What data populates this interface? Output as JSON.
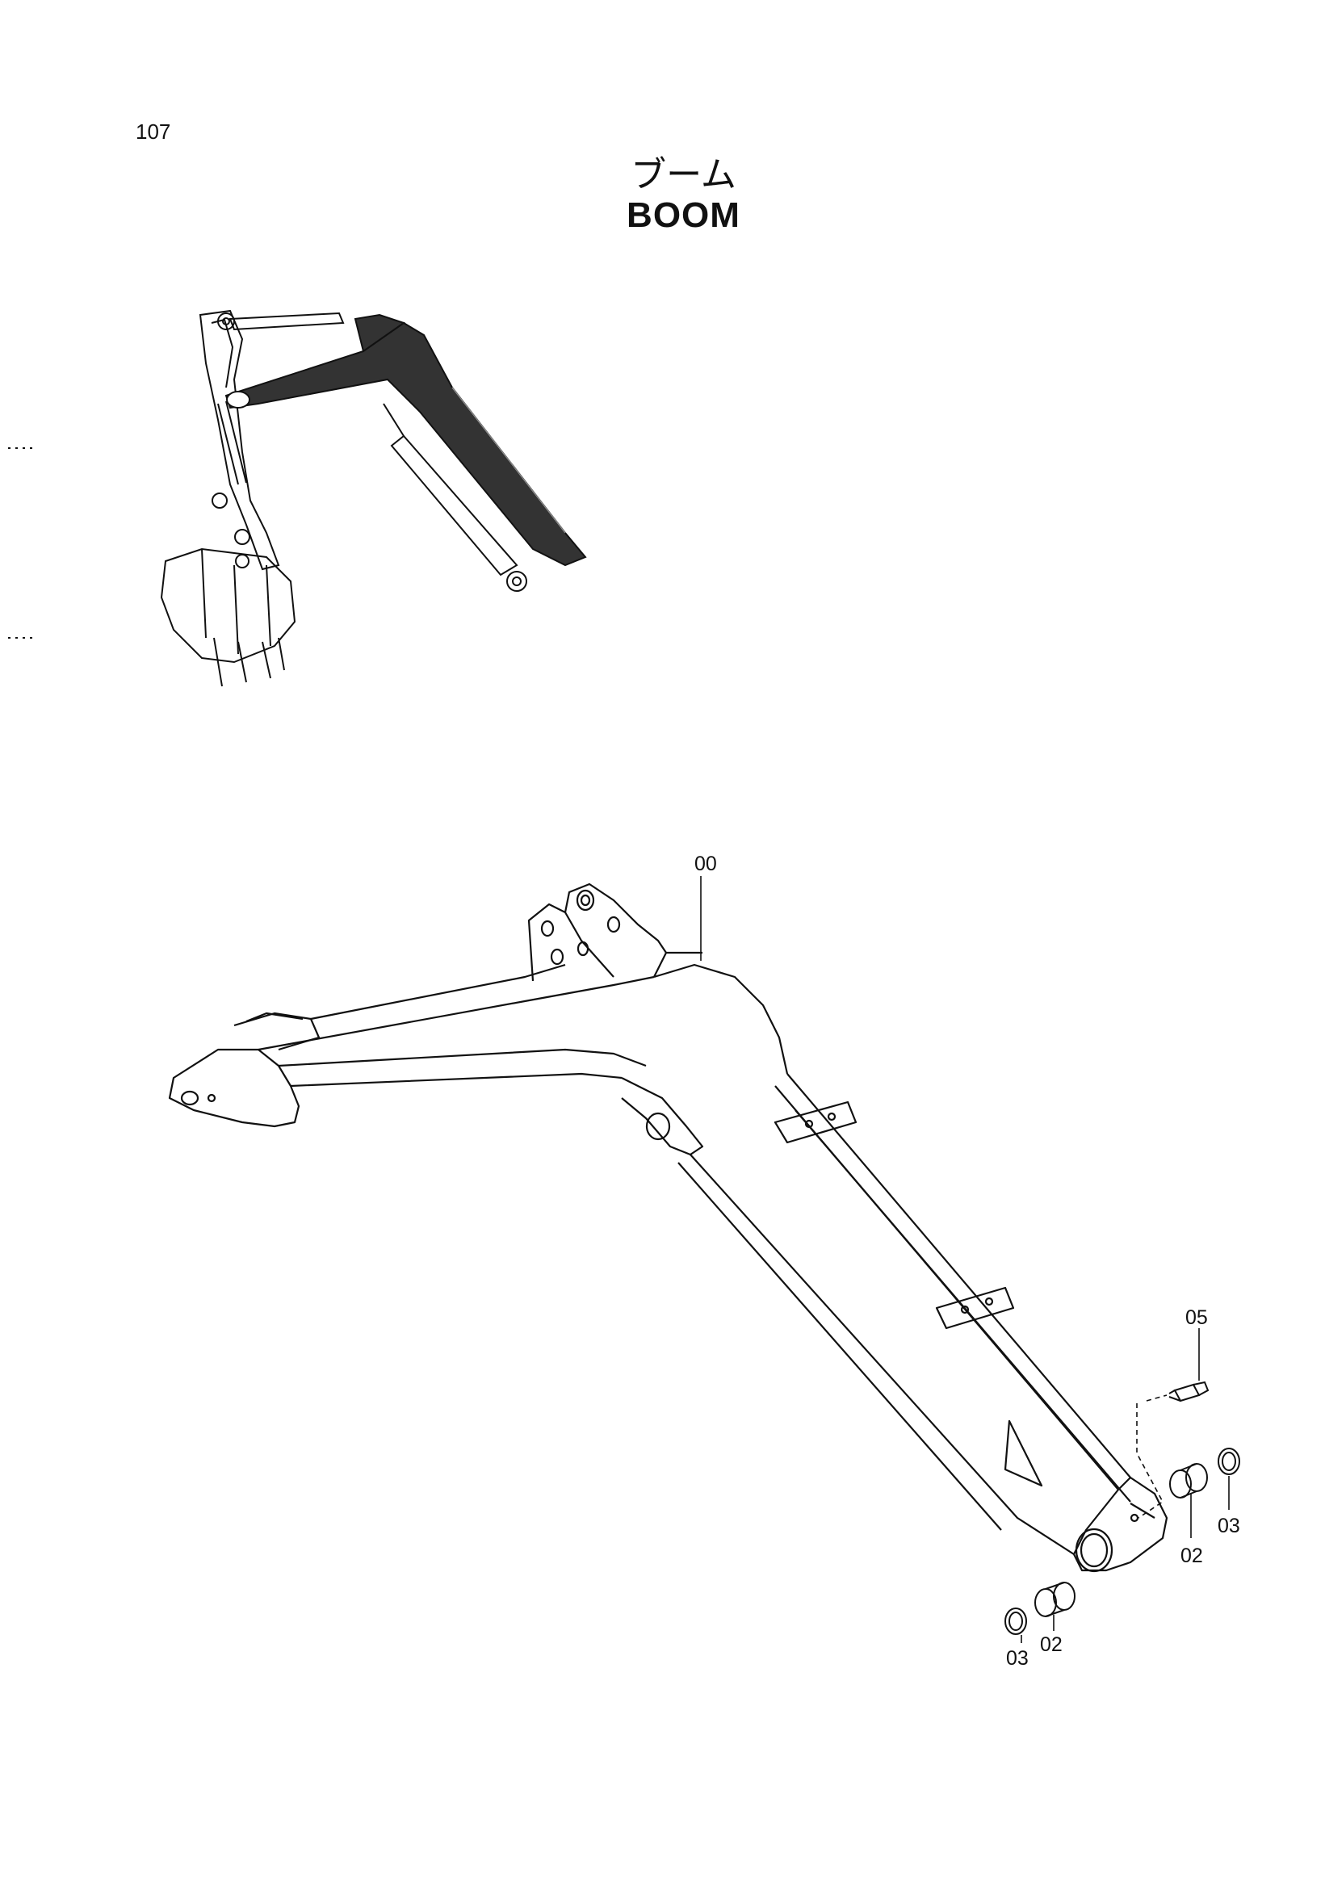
{
  "page_number": "107",
  "title": {
    "japanese": "ブーム",
    "english": "BOOM"
  },
  "part_labels": {
    "boom": "00",
    "bushing_right": "02",
    "seal_right": "03",
    "bushing_left": "02",
    "seal_left": "03",
    "grease_fitting": "05"
  },
  "colors": {
    "line": "#111111",
    "highlight": "#333333",
    "background": "#ffffff"
  }
}
